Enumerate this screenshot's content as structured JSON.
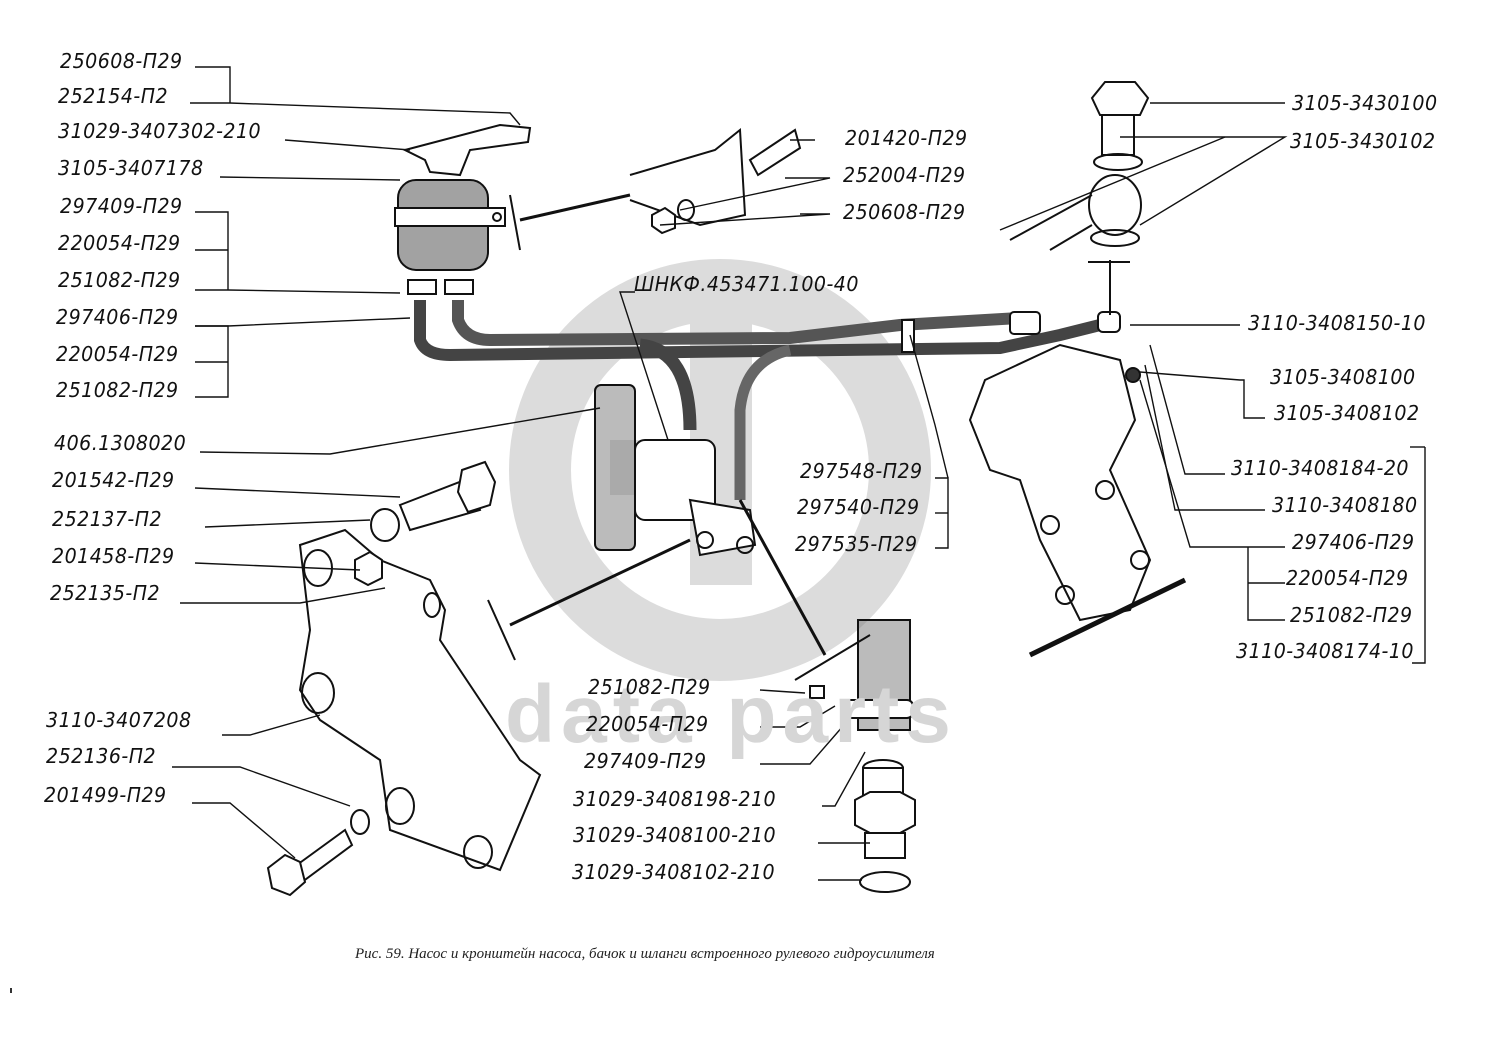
{
  "figure": {
    "caption": "Рис. 59. Насос и кронштейн насоса, бачок и шланги встроенного рулевого гидроусилителя",
    "watermark_text": "data parts",
    "watermark_logo": "GD-logo"
  },
  "labels": {
    "left": [
      "250608-П29",
      "252154-П2",
      "31029-3407302-210",
      "3105-3407178",
      "297409-П29",
      "220054-П29",
      "251082-П29",
      "297406-П29",
      "220054-П29",
      "251082-П29",
      "406.1308020",
      "201542-П29",
      "252137-П2",
      "201458-П29",
      "252135-П2",
      "3110-3407208",
      "252136-П2",
      "201499-П29"
    ],
    "bracket_mount": [
      "201420-П29",
      "252004-П29",
      "250608-П29"
    ],
    "pump": "ШНКФ.453471.100-40",
    "hose_center": [
      "297548-П29",
      "297540-П29",
      "297535-П29"
    ],
    "right": [
      "3105-3430100",
      "3105-3430102",
      "3110-3408150-10",
      "3105-3408100",
      "3105-3408102",
      "3110-3408184-20",
      "3110-3408180",
      "297406-П29",
      "220054-П29",
      "251082-П29",
      "3110-3408174-10"
    ],
    "bottom_center": [
      "251082-П29",
      "220054-П29",
      "297409-П29",
      "31029-3408198-210",
      "31029-3408100-210",
      "31029-3408102-210"
    ]
  },
  "colors": {
    "ink": "#111111",
    "watermark": "#d9d9d9",
    "paper": "#ffffff"
  }
}
